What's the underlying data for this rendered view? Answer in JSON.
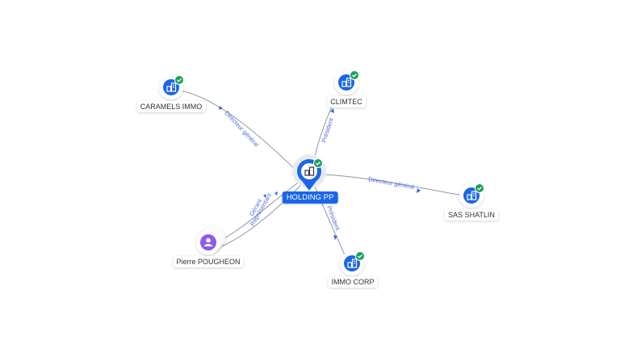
{
  "center": {
    "label": "HOLDING PP",
    "icon": "building-icon",
    "verified": true
  },
  "nodes": [
    {
      "id": "caramels",
      "label": "CARAMELS IMMO",
      "type": "company",
      "icon": "building-icon",
      "verified": true
    },
    {
      "id": "climtec",
      "label": "CLIMTEC",
      "type": "company",
      "icon": "building-icon",
      "verified": true
    },
    {
      "id": "shatlin",
      "label": "SAS SHATLIN",
      "type": "company",
      "icon": "building-icon",
      "verified": true
    },
    {
      "id": "immocorp",
      "label": "IMMO CORP",
      "type": "company",
      "icon": "building-icon",
      "verified": true
    },
    {
      "id": "pierre",
      "label": "Pierre POUGHEON",
      "type": "person",
      "icon": "person-icon",
      "verified": false
    }
  ],
  "edges": [
    {
      "to": "caramels",
      "label": "Directeur général"
    },
    {
      "to": "climtec",
      "label": "Président"
    },
    {
      "to": "shatlin",
      "label": "Directeur général"
    },
    {
      "to": "immocorp",
      "label": "Président"
    },
    {
      "to": "pierre",
      "label": "Gérant"
    },
    {
      "to": "pierre",
      "label": "Représentant"
    }
  ],
  "colors": {
    "company_fill": "#1a66e8",
    "person_fill": "#8a5cf0",
    "verified": "#1e9e5a",
    "edge": "#8e97a8",
    "edge_label": "#4a6de0"
  }
}
